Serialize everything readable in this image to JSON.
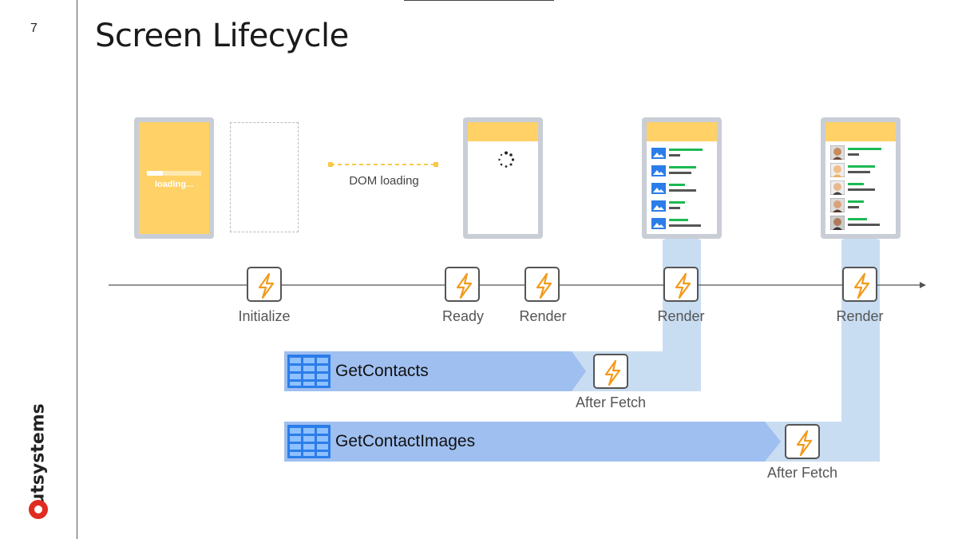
{
  "slide": {
    "number": "7",
    "title": "Screen Lifecycle",
    "brand": "outsystems"
  },
  "diagram": {
    "loading_text": "loading...",
    "dom_loading": "DOM loading",
    "events": [
      "Initialize",
      "Ready",
      "Render",
      "Render",
      "Render"
    ],
    "fetches": [
      {
        "name": "GetContacts",
        "after": "After Fetch"
      },
      {
        "name": "GetContactImages",
        "after": "After Fetch"
      }
    ]
  },
  "colors": {
    "yellow": "#ffd166",
    "blue_bar": "#9fbff0",
    "light_blue": "#c9ddf2",
    "bolt": "#f39a1b",
    "table_icon": "#2b7de9"
  },
  "icons": [
    "lightning-icon",
    "table-icon",
    "image-icon",
    "spinner-icon",
    "avatar-icon"
  ]
}
